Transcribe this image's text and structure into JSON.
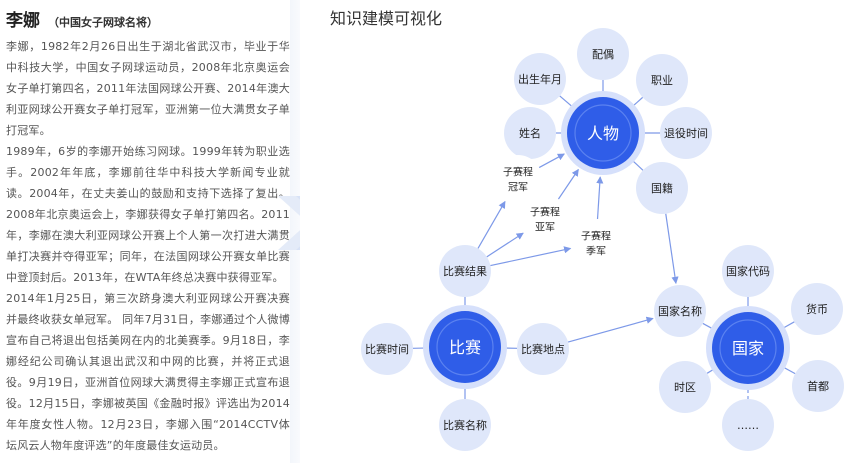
{
  "person": {
    "name": "李娜",
    "alias": "（中国女子网球名将）",
    "bio": [
      "李娜，1982年2月26日出生于湖北省武汉市，毕业于华中科技大学，中国女子网球运动员，2008年北京奥运会女子单打第四名，2011年法国网球公开赛、2014年澳大利亚网球公开赛女子单打冠军，亚洲第一位大满贯女子单打冠军。",
      "1989年，6岁的李娜开始练习网球。1999年转为职业选手。2002年年底，李娜前往华中科技大学新闻专业就读。2004年，在丈夫姜山的鼓励和支持下选择了复出。 2008年北京奥运会上，李娜获得女子单打第四名。2011年，李娜在澳大利亚网球公开赛上个人第一次打进大满贯单打决赛并夺得亚军；同年，在法国网球公开赛女单比赛中登顶封后。2013年，在WTA年终总决赛中获得亚军。",
      "2014年1月25日，第三次跻身澳大利亚网球公开赛决赛并最终收获女单冠军。 同年7月31日，李娜通过个人微博宣布自己将退出包括美网在内的北美赛季。9月18日，李娜经纪公司确认其退出武汉和中网的比赛，并将正式退役。9月19日，亚洲首位网球大满贯得主李娜正式宣布退役。12月15日，李娜被英国《金融时报》评选出为2014年年度女性人物。12月23日，李娜入围“2014CCTV体坛风云人物年度评选”的年度最佳女运动员。"
    ]
  },
  "graph": {
    "title": "知识建模可视化",
    "hubs": {
      "person": "人物",
      "match": "比赛",
      "country": "国家"
    },
    "person_attrs": [
      "出生年月",
      "配偶",
      "职业",
      "姓名",
      "退役时间",
      "国籍"
    ],
    "match_attrs": [
      "比赛结果",
      "比赛时间",
      "比赛地点",
      "比赛名称"
    ],
    "country_attrs": [
      "国家名称",
      "国家代码",
      "货币",
      "首都",
      "时区",
      "……"
    ],
    "result_attrs": [
      [
        "子赛程",
        "冠军"
      ],
      [
        "子赛程",
        "亚军"
      ],
      [
        "子赛程",
        "季军"
      ]
    ]
  },
  "colors": {
    "hub": "#2f5de8",
    "hub_ring": "#5b82f0",
    "hub_halo": "#d6e0fb",
    "attr": "#dfe7fa",
    "edge": "#7d99e8",
    "divider": "#e6ecf8"
  }
}
